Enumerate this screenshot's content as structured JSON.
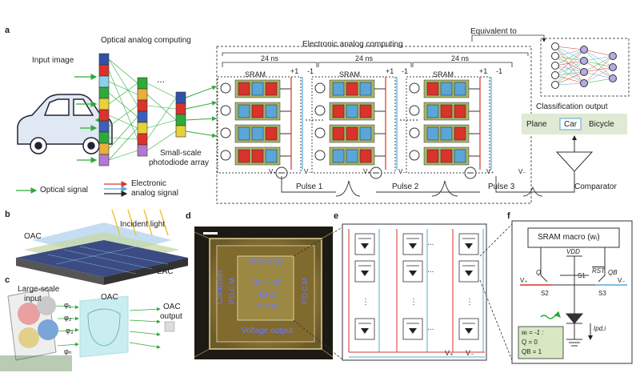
{
  "panel_a": {
    "letter": "a",
    "input_image": "Input image",
    "optical_analog": "Optical analog computing",
    "electronic_analog": "Electronic analog computing",
    "equivalent_to": "Equivalent to",
    "ns1": "24 ns",
    "ns2": "24 ns",
    "ns3": "24 ns",
    "sram1": "SRAM",
    "sram2": "SRAM",
    "sram3": "SRAM",
    "plus1": "+1",
    "minus1": "-1",
    "small_scale": "Small-scale",
    "photodiode": "photodiode array",
    "ellipsis": "...",
    "optical_signal": "Optical signal",
    "electronic": "Electronic",
    "analog_signal": "analog signal",
    "pulse1": "Pulse 1",
    "pulse2": "Pulse 2",
    "pulse3": "Pulse 3",
    "comparator": "Comparator",
    "classification_output": "Classification output",
    "classes": [
      "Plane",
      "Car",
      "Bicycle"
    ],
    "vplus": "V₊",
    "vminus": "V₋"
  },
  "panel_b": {
    "letter": "b",
    "oac": "OAC",
    "incident_light": "Incident light",
    "eac": "EAC"
  },
  "panel_c": {
    "letter": "c",
    "large_scale": "Large-scale",
    "input": "input",
    "oac": "OAC",
    "oac_output": "OAC",
    "output": "output",
    "phi1": "φ₁",
    "phi2": "φ₂",
    "phi3": "φ₃",
    "phin": "φₙ"
  },
  "panel_d": {
    "letter": "d",
    "sram_io": "SRAM I/O",
    "array": "32 × 32",
    "eac": "EAC",
    "array2": "array",
    "controller": "Controller",
    "pdcm": "P.D.C.M",
    "vout": "Voltage output",
    "pdcm2": "P.D.C.M"
  },
  "panel_e": {
    "letter": "e",
    "vplus": "V₊",
    "vminus": "V₋",
    "dots": "...",
    "vdots": "⋮"
  },
  "panel_f": {
    "letter": "f",
    "sram_macro": "SRAM macro (wᵢ)",
    "vdd": "VDD",
    "rst": "RST",
    "q": "Q",
    "qb": "QB",
    "s1": "S1",
    "s2": "S2",
    "s3": "S3",
    "vplus": "V₊",
    "vminus": "V₋",
    "ipd": "Ipd,i",
    "w_label": "wᵢ = -1 :",
    "q0": "Q = 0",
    "qb1": "QB = 1"
  },
  "colors": {
    "red": "#d9332b",
    "blue": "#5aa6d8",
    "green": "#2eaa3a",
    "olive": "#a7b66b"
  }
}
